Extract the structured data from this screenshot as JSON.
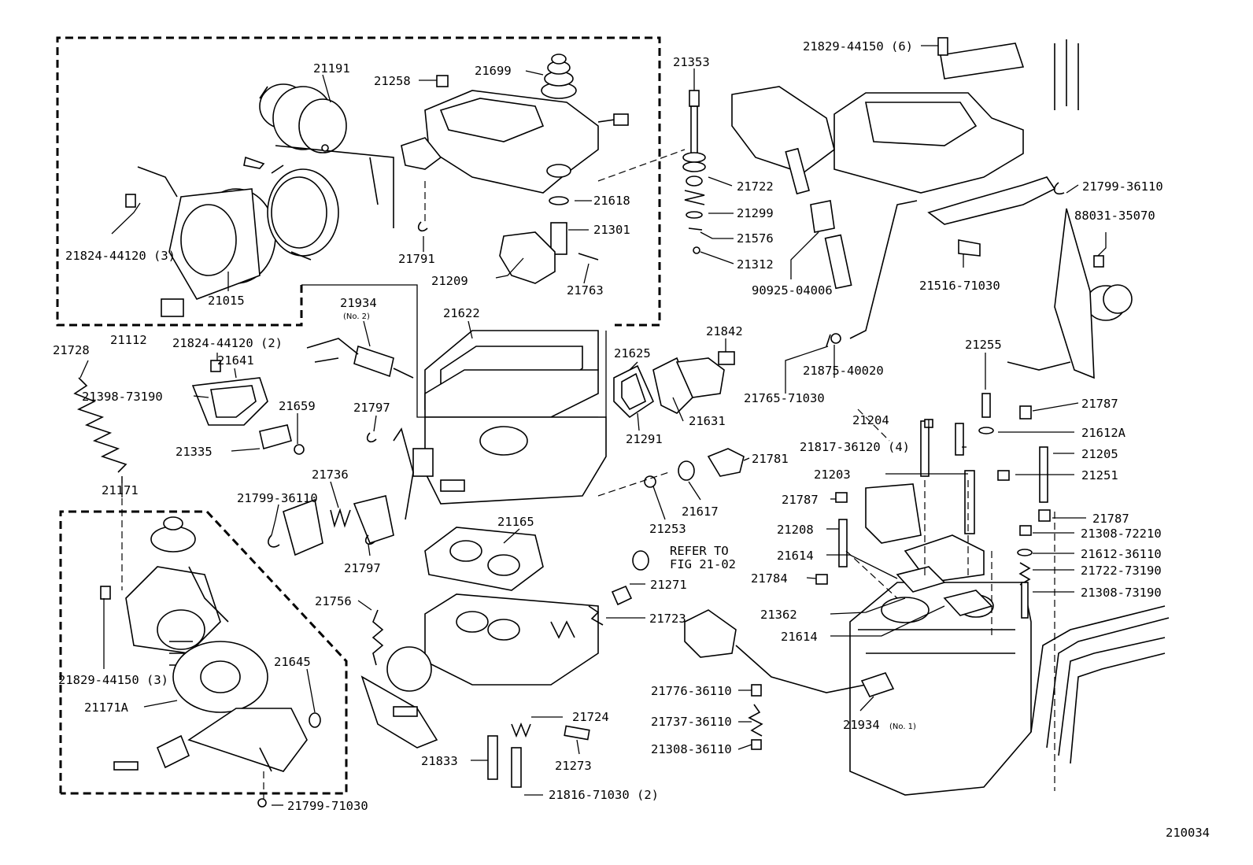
{
  "figure_id": "210034",
  "refer_note": [
    "REFER TO",
    "FIG 21-02"
  ],
  "callouts": {
    "c21191": "21191",
    "c21258": "21258",
    "c21699": "21699",
    "c21353": "21353",
    "c21829_44150_6": "21829-44150 (6)",
    "c21722": "21722",
    "c21618": "21618",
    "c21299": "21299",
    "c21301": "21301",
    "c21576": "21576",
    "c21312": "21312",
    "c90925_04006": "90925-04006",
    "c21799_36110_top": "21799-36110",
    "c88031_35070": "88031-35070",
    "c21516_71030": "21516-71030",
    "c21824_44120_3": "21824-44120 (3)",
    "c21791": "21791",
    "c21209": "21209",
    "c21763": "21763",
    "c21015": "21015",
    "c21112": "21112",
    "c21934_no2": "21934",
    "c21934_no2_sub": "(No. 2)",
    "c21622": "21622",
    "c21842": "21842",
    "c21625": "21625",
    "c21728": "21728",
    "c21824_44120_2": "21824-44120 (2)",
    "c21641": "21641",
    "c21398_73190": "21398-73190",
    "c21659": "21659",
    "c21797_top": "21797",
    "c21335": "21335",
    "c21631": "21631",
    "c21291": "21291",
    "c21875_40020": "21875-40020",
    "c21765_71030": "21765-71030",
    "c21255": "21255",
    "c21787_a": "21787",
    "c21204": "21204",
    "c21612A": "21612A",
    "c21817_36120_4": "21817-36120 (4)",
    "c21205": "21205",
    "c21781": "21781",
    "c21203": "21203",
    "c21251": "21251",
    "c21736": "21736",
    "c21799_36110_mid": "21799-36110",
    "c21617": "21617",
    "c21787_b": "21787",
    "c21787_c": "21787",
    "c21171": "21171",
    "c21253": "21253",
    "c21208": "21208",
    "c21308_72210": "21308-72210",
    "c21165": "21165",
    "c21797_bot": "21797",
    "c21614_a": "21614",
    "c21612_36110": "21612-36110",
    "c21722_73190": "21722-73190",
    "c21784": "21784",
    "c21271": "21271",
    "c21308_73190": "21308-73190",
    "c21756": "21756",
    "c21723": "21723",
    "c21362": "21362",
    "c21614_b": "21614",
    "c21829_44150_3": "21829-44150 (3)",
    "c21645": "21645",
    "c21171A": "21171A",
    "c21776_36110": "21776-36110",
    "c21724": "21724",
    "c21934_no1": "21934",
    "c21934_no1_sub": "(No. 1)",
    "c21737_36110": "21737-36110",
    "c21833": "21833",
    "c21273": "21273",
    "c21308_36110": "21308-36110",
    "c21816_71030_2": "21816-71030 (2)",
    "c21799_71030": "21799-71030"
  }
}
